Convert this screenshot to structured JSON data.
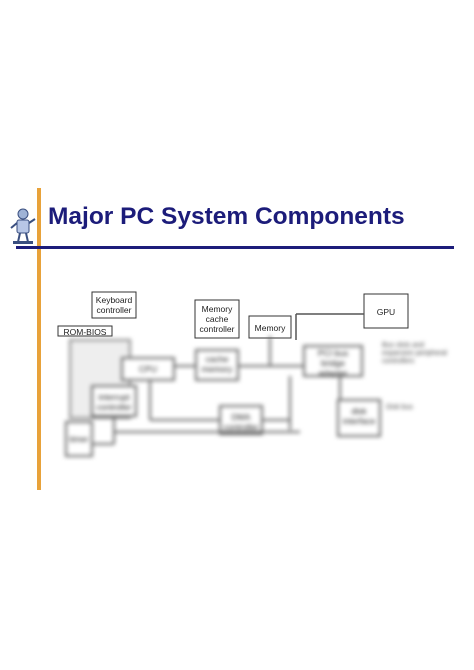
{
  "slide": {
    "title": "Major PC System Components",
    "accent_color": "#e8a23a",
    "title_color": "#1c1c7a",
    "mascot_icon": "robot-mascot-icon"
  },
  "diagram": {
    "sharp_blocks": {
      "keyboard_controller": "Keyboard controller",
      "rom_bios": "ROM-BIOS",
      "memory_cache_controller": "Memory cache controller",
      "memory": "Memory",
      "gpu": "GPU"
    },
    "blurred_blocks": {
      "cpu": "CPU",
      "cache": "cache memory",
      "bus_bridge": "PCI bus bridge adapter",
      "interrupt": "interrupt controller",
      "dma": "DMA controller",
      "timer": "timer",
      "disk": "disk interface",
      "bus_note": "Bus slots and expansion peripheral controllers",
      "disk_note": "Disk bus"
    }
  }
}
